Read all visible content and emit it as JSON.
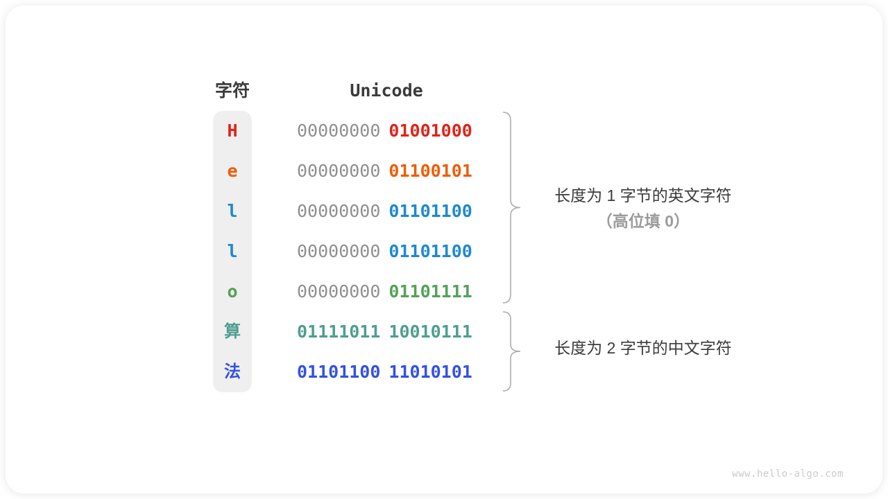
{
  "headers": {
    "char": "字符",
    "unicode": "Unicode"
  },
  "rows": [
    {
      "char": "H",
      "byte1": "00000000",
      "byte2": "01001000",
      "color": "#e02318"
    },
    {
      "char": "e",
      "byte1": "00000000",
      "byte2": "01100101",
      "color": "#ee5d07"
    },
    {
      "char": "l",
      "byte1": "00000000",
      "byte2": "01101100",
      "color": "#1e88d2"
    },
    {
      "char": "l",
      "byte1": "00000000",
      "byte2": "01101100",
      "color": "#1e88d2"
    },
    {
      "char": "o",
      "byte1": "00000000",
      "byte2": "01101111",
      "color": "#54a158"
    },
    {
      "char": "算",
      "byte1": "01111011",
      "byte2": "10010111",
      "color": "#4e9e90"
    },
    {
      "char": "法",
      "byte1": "01101100",
      "byte2": "11010101",
      "color": "#3351e2"
    }
  ],
  "annotations": {
    "english_group": {
      "line1": "长度为 1 字节的英文字符",
      "line2": "（高位填 0）"
    },
    "chinese_group": {
      "line1": "长度为 2 字节的中文字符"
    }
  },
  "colors": {
    "gray_binary": "#8f8f8f",
    "dark_text": "#3b3b3b",
    "gray_note": "#9b9b9b",
    "brace": "#acacac",
    "pill_background": "#efefef",
    "watermark": "#cacaca"
  },
  "watermark": "www.hello-algo.com"
}
